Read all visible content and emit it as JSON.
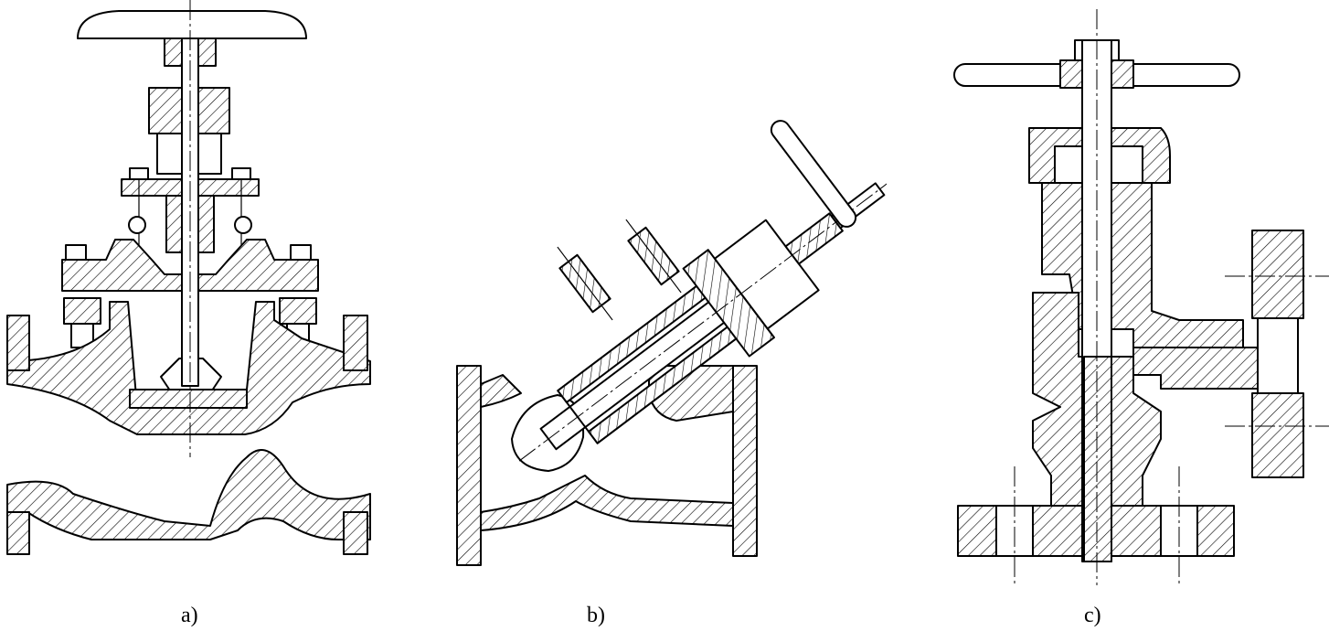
{
  "figure": {
    "captions": {
      "a": "a)",
      "b": "b)",
      "c": "c)"
    }
  }
}
